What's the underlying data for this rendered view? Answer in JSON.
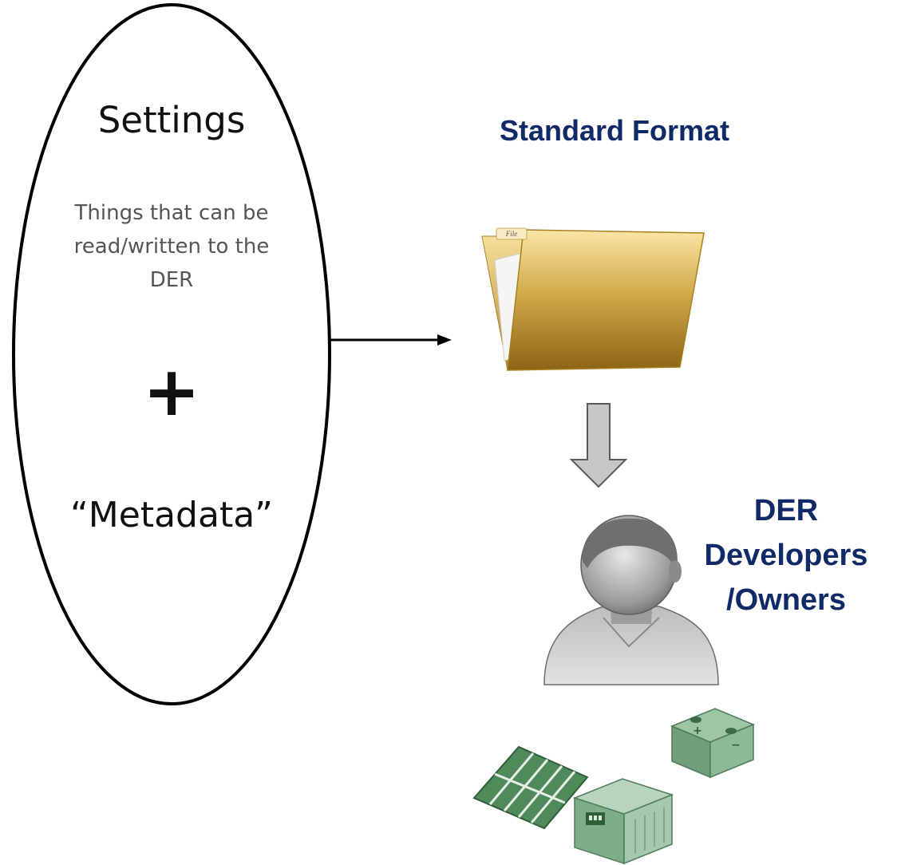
{
  "settings": {
    "title": "Settings",
    "description": "Things that can be read/written to the DER",
    "plus": "+",
    "metadata": "“Metadata”"
  },
  "standard_format": {
    "label": "Standard Format",
    "folder_tab_label": "File"
  },
  "audience": {
    "label": "DER Developers /Owners"
  },
  "icons": {
    "folder": "folder-icon",
    "down_arrow": "down-arrow-icon",
    "person": "user-avatar-icon",
    "solar_panel": "solar-panel-icon",
    "inverter": "inverter-icon",
    "battery": "battery-icon"
  },
  "colors": {
    "title_blue": "#0f2a66",
    "folder_gold": "#c9a23f",
    "der_green": "#5c9a6a"
  }
}
